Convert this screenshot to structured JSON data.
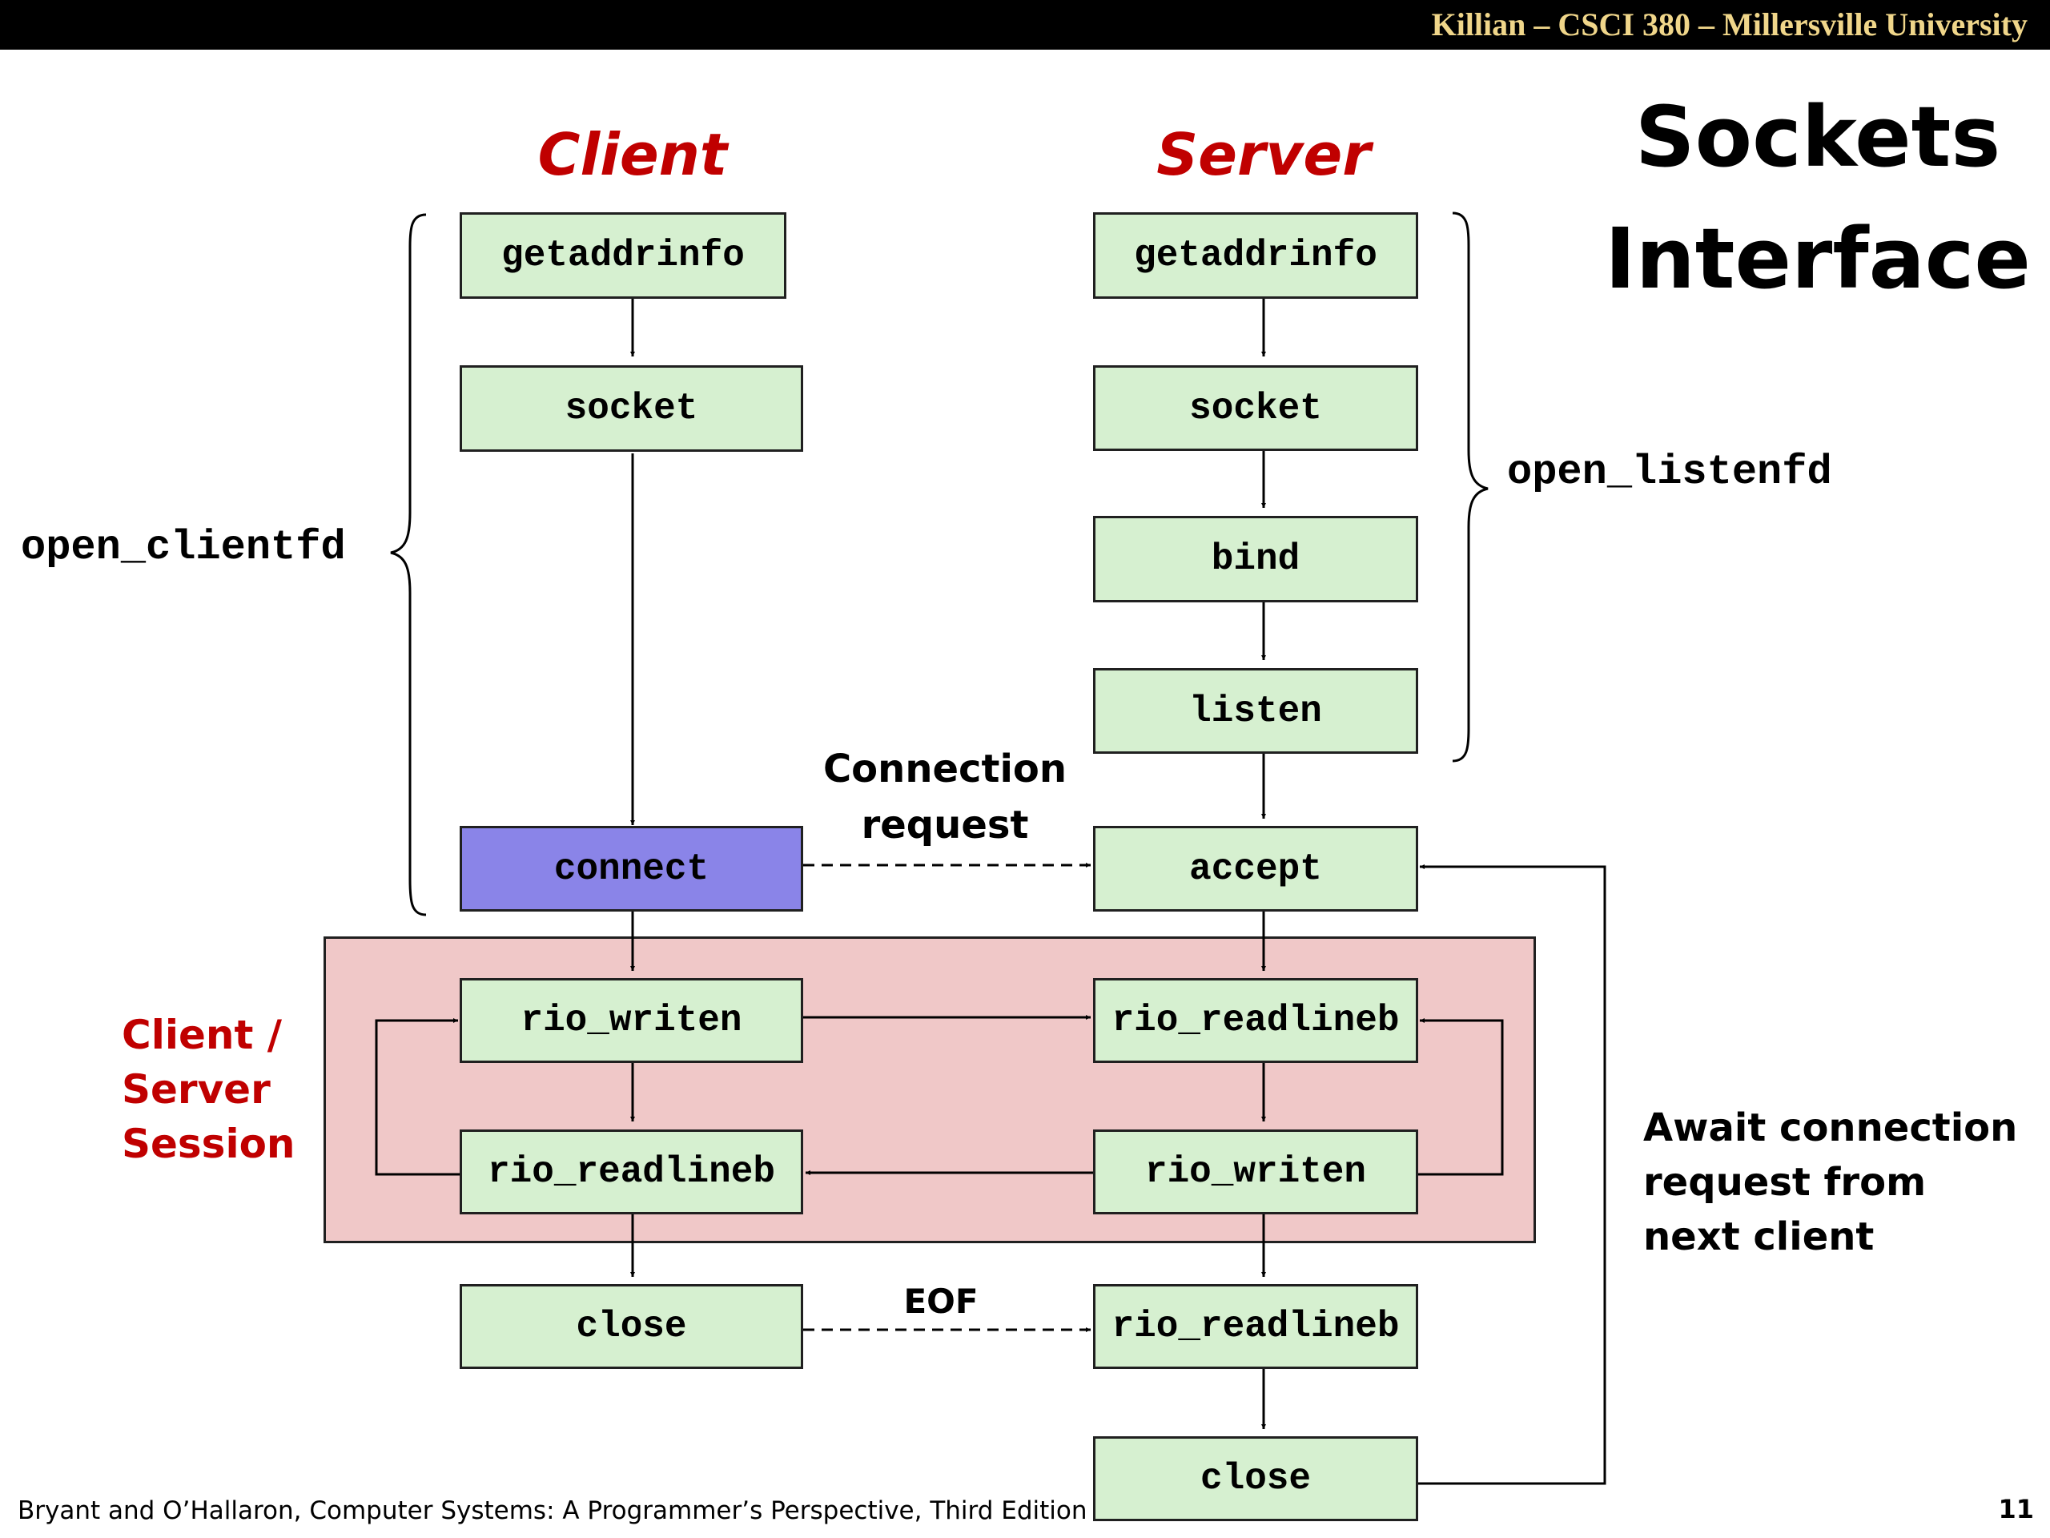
{
  "header": {
    "course": "Killian – CSCI 380 – Millersville University"
  },
  "title": {
    "line1": "Sockets",
    "line2": "Interface"
  },
  "columns": {
    "client": "Client",
    "server": "Server"
  },
  "client": {
    "getaddrinfo": "getaddrinfo",
    "socket": "socket",
    "connect": "connect",
    "rio_writen": "rio_writen",
    "rio_readlineb": "rio_readlineb",
    "close": "close"
  },
  "server": {
    "getaddrinfo": "getaddrinfo",
    "socket": "socket",
    "bind": "bind",
    "listen": "listen",
    "accept": "accept",
    "rio_readlineb": "rio_readlineb",
    "rio_writen": "rio_writen",
    "rio_readlineb_eof": "rio_readlineb",
    "close": "close"
  },
  "labels": {
    "open_clientfd": "open_clientfd",
    "open_listenfd": "open_listenfd",
    "connection_request": "Connection\nrequest",
    "eof": "EOF",
    "session": "Client /\nServer\nSession",
    "await": "Await connection\nrequest from\nnext client"
  },
  "colors": {
    "box_fill": "#d6f0d0",
    "connect_fill": "#8a84e8",
    "session_fill": "#f0c8c8",
    "accent_red": "#c00000",
    "header_text": "#f0d68a"
  },
  "footer": {
    "citation": "Bryant and O’Hallaron, Computer Systems: A Programmer’s Perspective, Third Edition",
    "page": "11"
  }
}
